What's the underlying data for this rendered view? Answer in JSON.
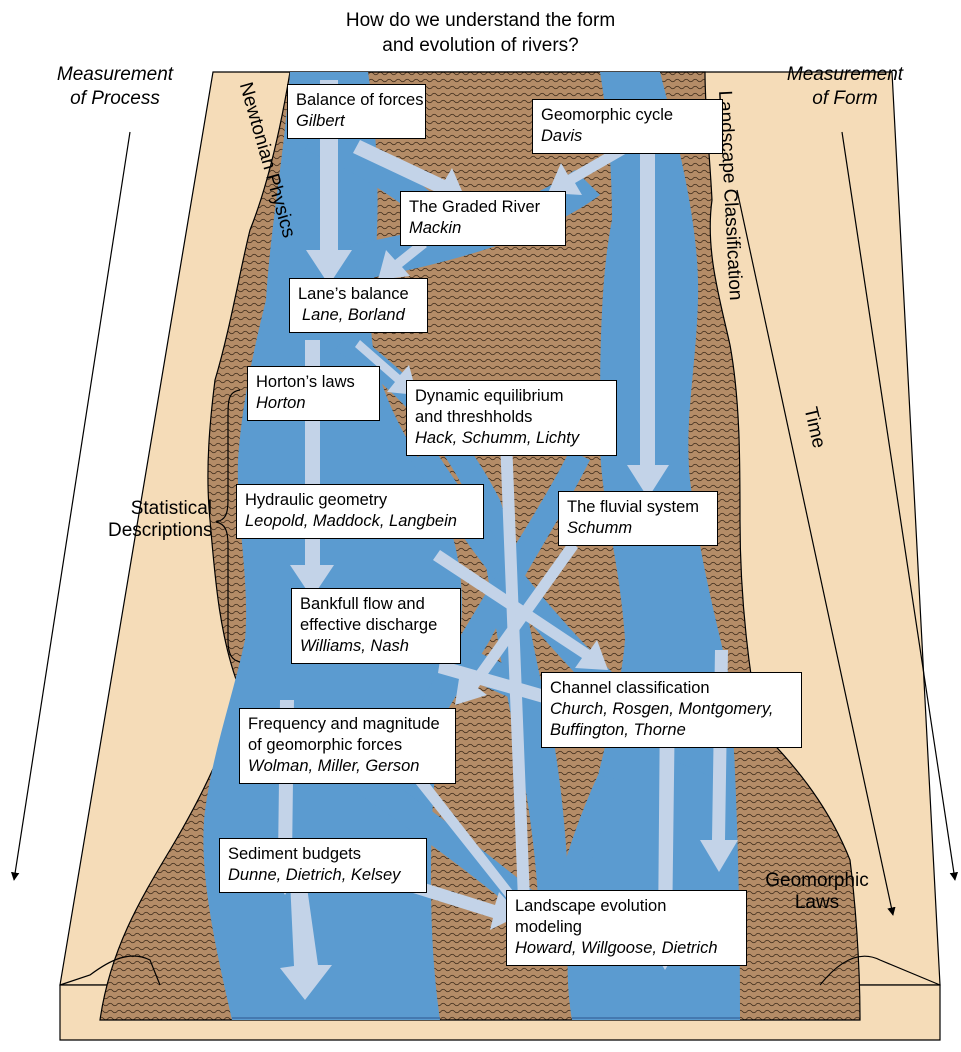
{
  "title": {
    "line1": "How do we understand the form",
    "line2": "and evolution of rivers?"
  },
  "left_heading": {
    "line1": "Measurement",
    "line2": "of Process"
  },
  "right_heading": {
    "line1": "Measurement",
    "line2": "of Form"
  },
  "side_labels": {
    "newtonian": "Newtonian Physics",
    "landscape": "Landscape Classification",
    "time": "Time",
    "statistical_1": "Statistical",
    "statistical_2": "Descriptions",
    "geomorphic_1": "Geomorphic",
    "geomorphic_2": "Laws"
  },
  "concepts": [
    {
      "id": "balance",
      "lines": [
        "Balance of forces"
      ],
      "authors": "Gilbert"
    },
    {
      "id": "cycle",
      "lines": [
        "Geomorphic cycle"
      ],
      "authors": "Davis"
    },
    {
      "id": "graded",
      "lines": [
        "The Graded River"
      ],
      "authors": "Mackin"
    },
    {
      "id": "lane",
      "lines": [
        "Lane’s balance"
      ],
      "authors": "Lane, Borland"
    },
    {
      "id": "horton",
      "lines": [
        "Horton’s laws"
      ],
      "authors": "Horton"
    },
    {
      "id": "dynamic",
      "lines": [
        "Dynamic equilibrium",
        "and threshholds"
      ],
      "authors": "Hack, Schumm, Lichty"
    },
    {
      "id": "hydraulic",
      "lines": [
        "Hydraulic geometry"
      ],
      "authors": "Leopold, Maddock, Langbein"
    },
    {
      "id": "fluvial",
      "lines": [
        "The fluvial system"
      ],
      "authors": "Schumm"
    },
    {
      "id": "bankfull",
      "lines": [
        "Bankfull flow and",
        "effective discharge"
      ],
      "authors": "Williams, Nash"
    },
    {
      "id": "channel",
      "lines": [
        "Channel classification"
      ],
      "authors": "Church, Rosgen, Montgomery,\nBuffington, Thorne"
    },
    {
      "id": "frequency",
      "lines": [
        "Frequency and magnitude",
        "of geomorphic forces"
      ],
      "authors": "Wolman, Miller, Gerson"
    },
    {
      "id": "sediment",
      "lines": [
        "Sediment budgets"
      ],
      "authors": "Dunne, Dietrich, Kelsey"
    },
    {
      "id": "landscape_evo",
      "lines": [
        "Landscape evolution",
        "modeling"
      ],
      "authors": "Howard, Willgoose, Dietrich"
    }
  ],
  "colors": {
    "bank": "#f5dcb8",
    "floodplain": "#b48c67",
    "river": "#5b9bd0",
    "arrow": "#c3d3e8",
    "outline": "#000000"
  }
}
